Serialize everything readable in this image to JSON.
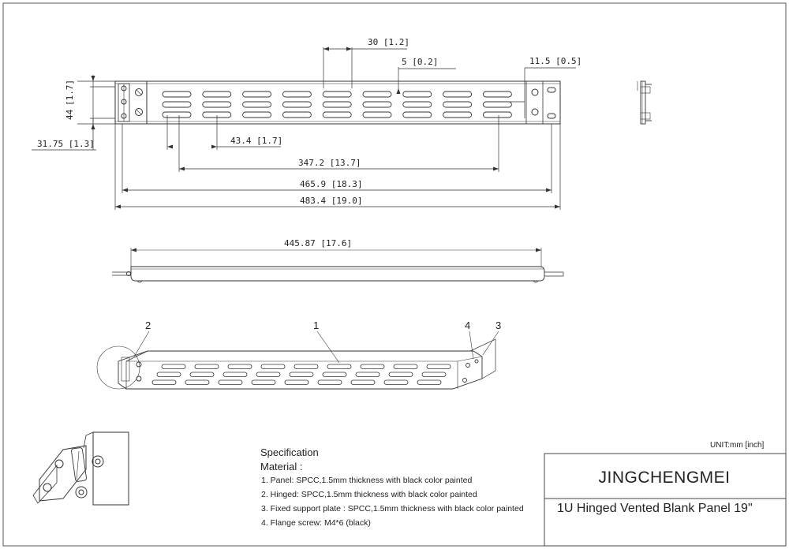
{
  "dimensions": {
    "d30": "30 [1.2]",
    "d5": "5 [0.2]",
    "d11_5": "11.5 [0.5]",
    "d1_7": "[1.7]",
    "d44": "44",
    "d31_75": "31.75 [1.3]",
    "d43_4": "43.4 [1.7]",
    "d347_2": "347.2 [13.7]",
    "d465_9": "465.9 [18.3]",
    "d483_4": "483.4 [19.0]",
    "d445_87": "445.87 [17.6]"
  },
  "callouts": [
    "1",
    "2",
    "3",
    "4"
  ],
  "unit": "UNIT:mm [inch]",
  "specification": {
    "title": "Specification",
    "subtitle": "Material :",
    "items": [
      "1.  Panel: SPCC,1.5mm thickness with black color painted",
      "2.  Hinged: SPCC,1.5mm thickness with black color painted",
      "3.  Fixed support plate : SPCC,1.5mm thickness with black color painted",
      "4.  Flange screw: M4*6 (black)"
    ]
  },
  "title_block": {
    "company": "JINGCHENGMEI",
    "product": "1U Hinged Vented Blank Panel 19\""
  },
  "vent_slots": {
    "columns": 9,
    "rows": 3
  }
}
